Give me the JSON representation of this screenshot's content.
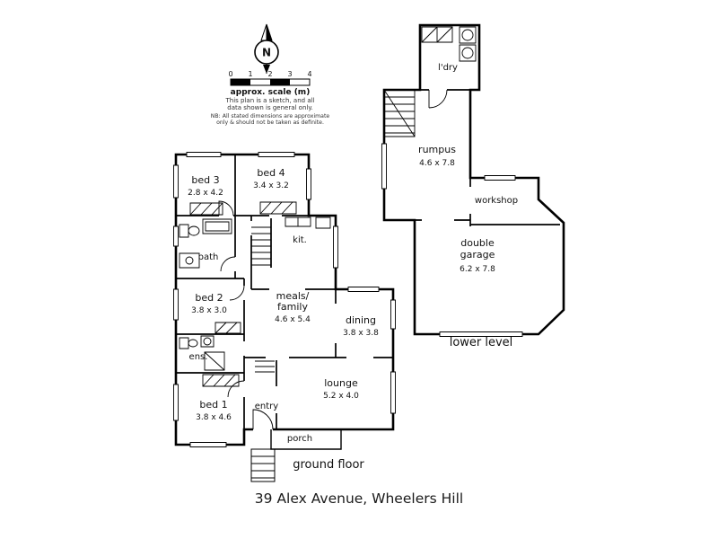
{
  "caption": "39 Alex Avenue, Wheelers Hill",
  "colors": {
    "ink": "#000000"
  },
  "compass": {
    "letter": "N"
  },
  "scalebar": {
    "ticks": [
      "0",
      "1",
      "2",
      "3",
      "4"
    ],
    "label": "approx. scale (m)"
  },
  "disclaimer": [
    "This plan is a sketch, and all",
    "data shown is general only.",
    "NB: All stated dimensions are approximate",
    "only & should not be taken as definite."
  ],
  "ground": {
    "label": "ground floor",
    "rooms": {
      "bed3": {
        "name": "bed 3",
        "dims": "2.8 x 4.2"
      },
      "bed4": {
        "name": "bed 4",
        "dims": "3.4 x 3.2"
      },
      "bath": {
        "name": "bath"
      },
      "kit": {
        "name": "kit."
      },
      "bed2": {
        "name": "bed 2",
        "dims": "3.8 x 3.0"
      },
      "meals": {
        "name1": "meals/",
        "name2": "family",
        "dims": "4.6 x 5.4"
      },
      "dining": {
        "name": "dining",
        "dims": "3.8 x 3.8"
      },
      "ens": {
        "name": "ens."
      },
      "bed1": {
        "name": "bed 1",
        "dims": "3.8 x 4.6"
      },
      "entry": {
        "name": "entry"
      },
      "lounge": {
        "name": "lounge",
        "dims": "5.2 x 4.0"
      },
      "porch": {
        "name": "porch"
      }
    }
  },
  "lower": {
    "label": "lower level",
    "rooms": {
      "ldry": {
        "name": "l'dry"
      },
      "rumpus": {
        "name": "rumpus",
        "dims": "4.6 x 7.8"
      },
      "workshop": {
        "name": "workshop"
      },
      "garage": {
        "name1": "double",
        "name2": "garage",
        "dims": "6.2 x 7.8"
      }
    }
  }
}
